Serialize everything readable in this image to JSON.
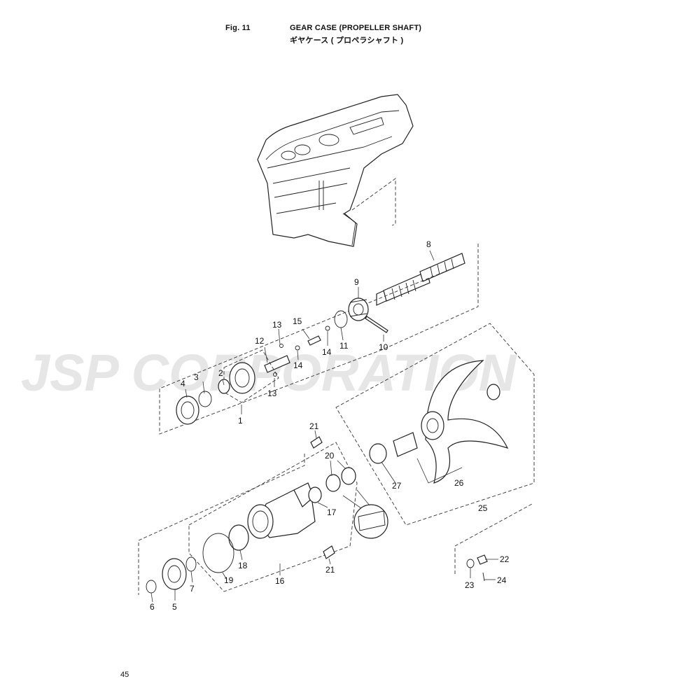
{
  "header": {
    "fig_label": "Fig. 11",
    "title_en": "GEAR CASE (PROPELLER SHAFT)",
    "title_jp": "ギヤケース ( プロペラシャフト )"
  },
  "watermark": {
    "text": "JSP CORPORATION",
    "color": "#e6e6e6"
  },
  "page_number": "45",
  "callouts": {
    "c1": "1",
    "c2": "2",
    "c3": "3",
    "c4": "4",
    "c5": "5",
    "c6": "6",
    "c7": "7",
    "c8": "8",
    "c9": "9",
    "c10": "10",
    "c11": "11",
    "c12": "12",
    "c13a": "13",
    "c13b": "13",
    "c14a": "14",
    "c14b": "14",
    "c15": "15",
    "c16": "16",
    "c17": "17",
    "c18": "18",
    "c19": "19",
    "c20": "20",
    "c21a": "21",
    "c21b": "21",
    "c22": "22",
    "c23": "23",
    "c24": "24",
    "c25": "25",
    "c26": "26",
    "c27": "27"
  }
}
